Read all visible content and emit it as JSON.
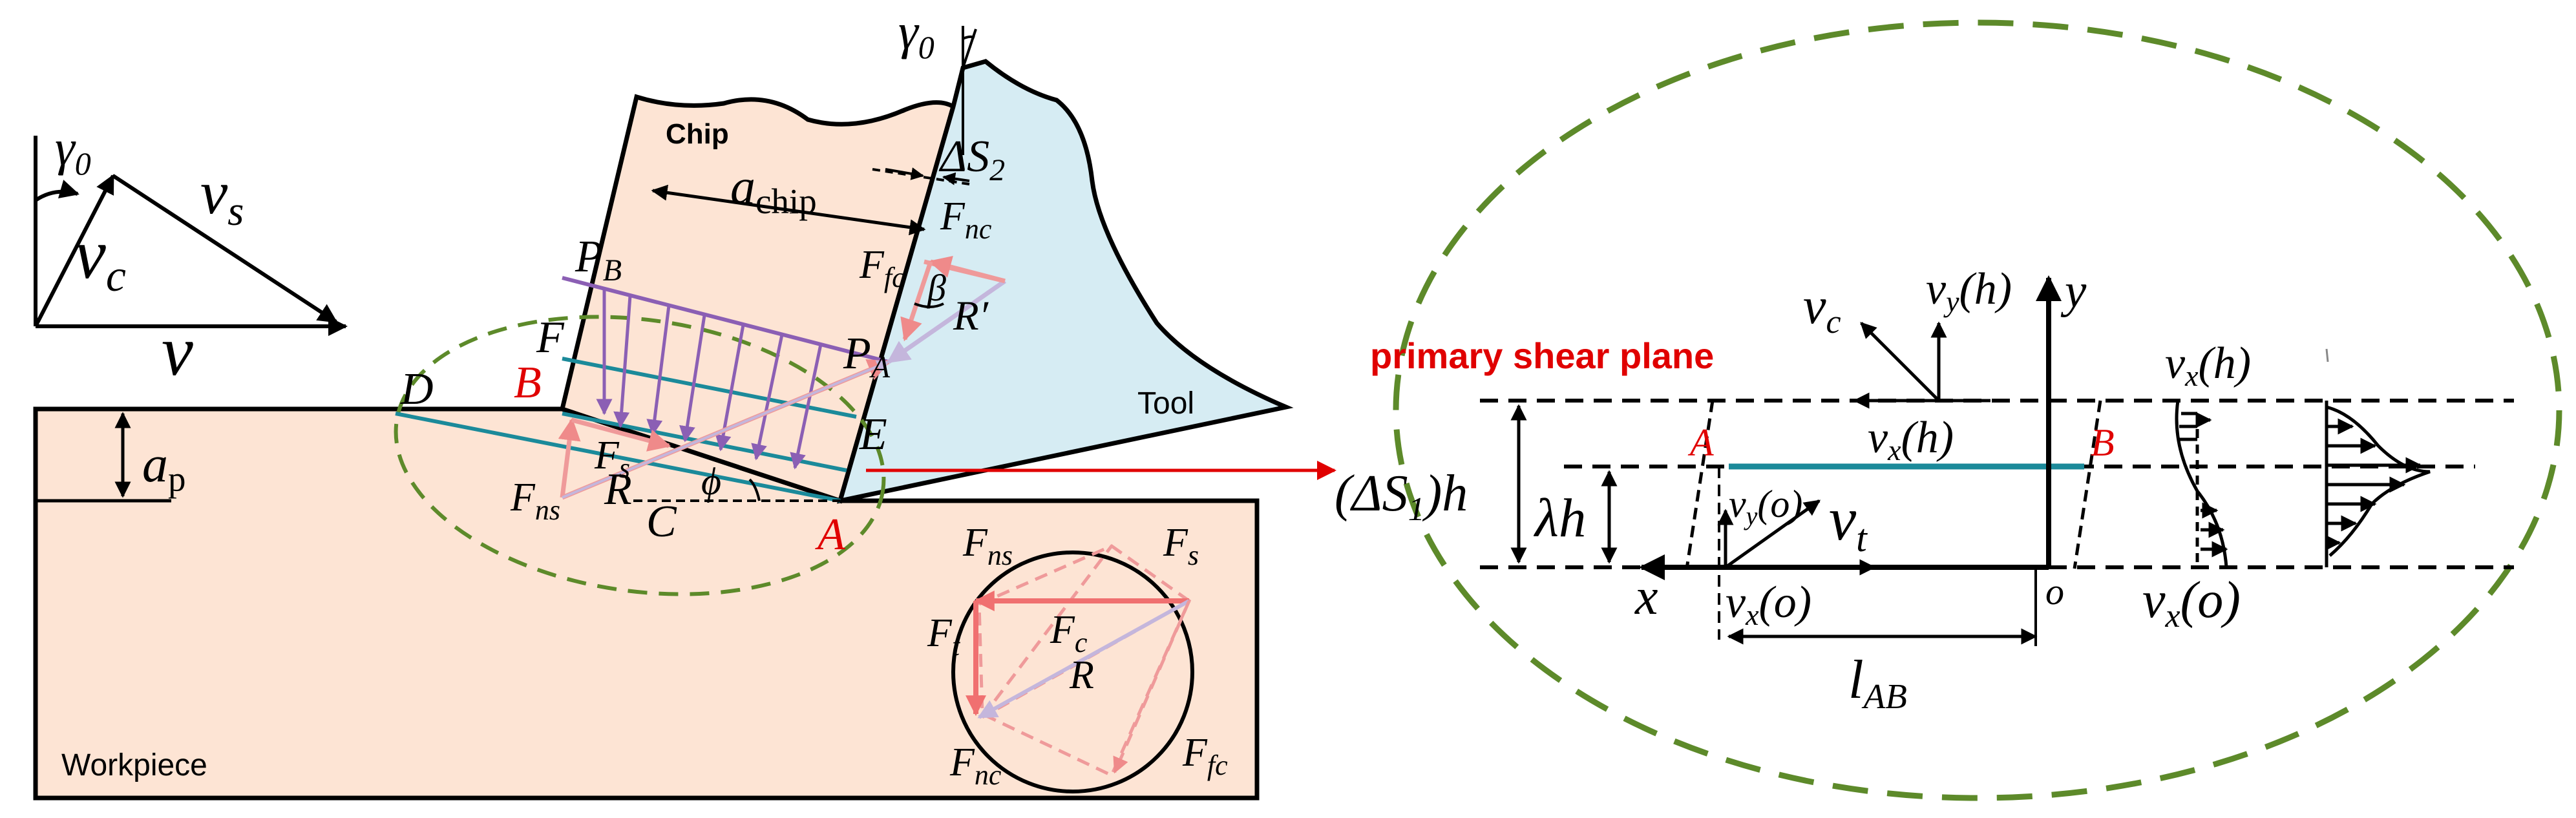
{
  "colors": {
    "workpiece": "#fde4d4",
    "chip": "#fde4d4",
    "tool": "#d6ecf3",
    "ellipse": "#5d8a2a",
    "teal": "#1b8a9a",
    "purple": "#8b5fb4",
    "salmon": "#ef9a9a",
    "salmon_dark": "#f07070",
    "lavender": "#c4b6dc",
    "red": "#e00000"
  },
  "labels": {
    "workpiece": "Workpiece",
    "tool": "Tool",
    "chip": "Chip",
    "primary_shear_plane": "primary shear plane"
  },
  "velocity_triangle": {
    "gamma0": "γ",
    "gamma0_sub": "0",
    "vc": "v",
    "vc_sub": "c",
    "vs": "v",
    "vs_sub": "s",
    "v": "v"
  },
  "cutting": {
    "ap": "a",
    "ap_sub": "p",
    "achip": "a",
    "achip_sub": "chip",
    "ds2": "ΔS",
    "ds2_sub": "2",
    "gamma0_top": "γ",
    "gamma0_top_sub": "0",
    "D": "D",
    "B": "B",
    "F": "F",
    "PB": "P",
    "PB_sub": "B",
    "PA": "P",
    "PA_sub": "A",
    "E": "E",
    "A": "A",
    "C": "C",
    "R": "R",
    "phi": "ϕ",
    "Fs": "F",
    "Fs_sub": "s",
    "Fns": "F",
    "Fns_sub": "ns",
    "Ffc": "F",
    "Ffc_sub": "fc",
    "Fnc": "F",
    "Fnc_sub": "nc",
    "beta": "β",
    "Rprime": "R′"
  },
  "circle": {
    "Fns": "F",
    "Fns_sub": "ns",
    "Fs": "F",
    "Fs_sub": "s",
    "Ft": "F",
    "Ft_sub": "t",
    "Fc": "F",
    "Fc_sub": "c",
    "R": "R",
    "Fnc": "F",
    "Fnc_sub": "nc",
    "Ffc": "F",
    "Ffc_sub": "fc"
  },
  "zoom": {
    "vc": "v",
    "vc_sub": "c",
    "vyh": "v",
    "vyh_sub": "y",
    "vyh_arg": "(h)",
    "y": "y",
    "vxh": "v",
    "vxh_sub": "x",
    "vxh_arg": "(h)",
    "vxh_right": "v",
    "vxh_right_sub": "x",
    "vxh_right_arg": "(h)",
    "A": "A",
    "B": "B",
    "ds1h_pre": "(ΔS",
    "ds1h_sub": "1",
    "ds1h_post": ")h",
    "lambdah": "λh",
    "vyo": "v",
    "vyo_sub": "y",
    "vyo_arg": "(o)",
    "vt": "v",
    "vt_sub": "t",
    "x": "x",
    "vxo": "v",
    "vxo_sub": "x",
    "vxo_arg": "(o)",
    "o": "o",
    "vxo_right": "v",
    "vxo_right_sub": "x",
    "vxo_right_arg": "(o)",
    "lab": "l",
    "lab_sub": "AB"
  }
}
